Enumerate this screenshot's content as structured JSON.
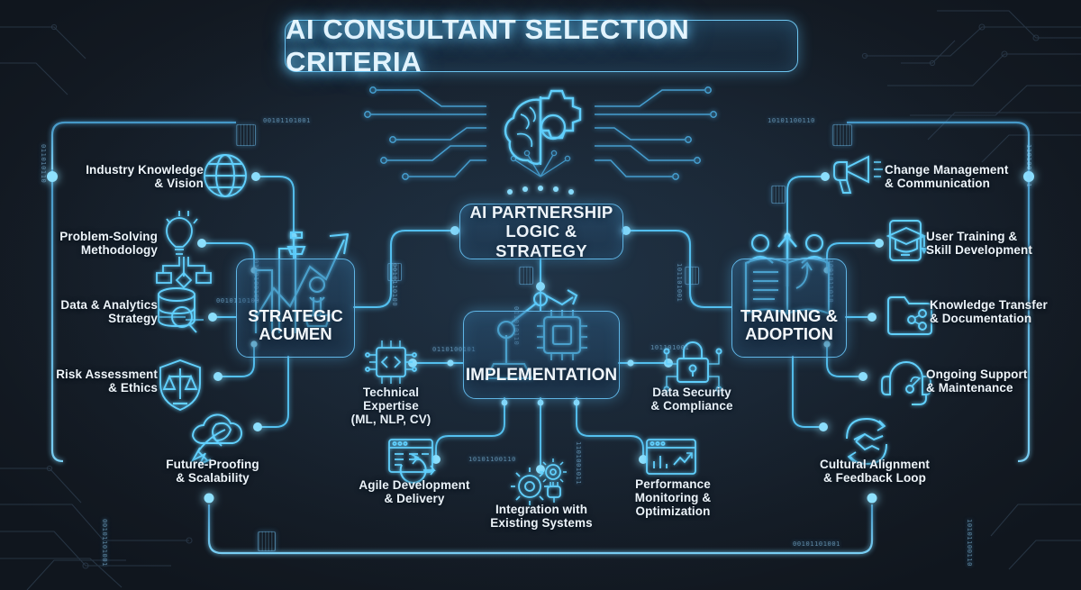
{
  "meta": {
    "title": "AI CONSULTANT SELECTION CRITERIA",
    "accent": "#5ec8f5",
    "accent_bright": "#9ee4ff",
    "background": "#19222d",
    "text_color": "#f2f7fb"
  },
  "hub": {
    "label": "AI PARTNERSHIP\nLOGIC & STRATEGY",
    "icon": "brain-gear-icon"
  },
  "pillars": [
    {
      "id": "strategic-acumen",
      "label": "STRATEGIC\nACUMEN",
      "icon": "growth-chart-chess-icon"
    },
    {
      "id": "implementation",
      "label": "IMPLEMENTATION",
      "icon": "robot-arm-chip-icon"
    },
    {
      "id": "training-adoption",
      "label": "TRAINING &\nADOPTION",
      "icon": "open-book-people-icon"
    }
  ],
  "left_items": [
    {
      "id": "industry-knowledge",
      "label": "Industry Knowledge\n& Vision",
      "icon": "globe-icon"
    },
    {
      "id": "problem-solving",
      "label": "Problem-Solving\nMethodology",
      "icon": "lightbulb-flowchart-icon"
    },
    {
      "id": "data-analytics",
      "label": "Data & Analytics\nStrategy",
      "icon": "database-magnifier-icon"
    },
    {
      "id": "risk-assessment",
      "label": "Risk Assessment\n& Ethics",
      "icon": "shield-scales-icon"
    },
    {
      "id": "future-proofing",
      "label": "Future-Proofing\n& Scalability",
      "icon": "cloud-rocket-icon"
    }
  ],
  "right_items": [
    {
      "id": "change-management",
      "label": "Change Management\n& Communication",
      "icon": "megaphone-icon"
    },
    {
      "id": "user-training",
      "label": "User Training &\nSkill Development",
      "icon": "tablet-graduation-cap-icon"
    },
    {
      "id": "knowledge-transfer",
      "label": "Knowledge Transfer\n& Documentation",
      "icon": "folder-share-icon"
    },
    {
      "id": "ongoing-support",
      "label": "Ongoing Support\n& Maintenance",
      "icon": "headset-wrench-icon"
    },
    {
      "id": "cultural-alignment",
      "label": "Cultural Alignment\n& Feedback Loop",
      "icon": "handshake-cycle-icon"
    }
  ],
  "center_items": [
    {
      "id": "technical-expertise",
      "label": "Technical\nExpertise\n(ML, NLP, CV)",
      "icon": "code-chip-icon"
    },
    {
      "id": "data-security",
      "label": "Data Security\n& Compliance",
      "icon": "padlock-circuit-icon"
    },
    {
      "id": "agile-development",
      "label": "Agile Development\n& Delivery",
      "icon": "kanban-refresh-icon"
    },
    {
      "id": "integration-systems",
      "label": "Integration with\nExisting Systems",
      "icon": "gears-plug-icon"
    },
    {
      "id": "performance-monitoring",
      "label": "Performance\nMonitoring &\nOptimization",
      "icon": "dashboard-chart-icon"
    }
  ],
  "decorations": {
    "binary_strings": [
      "00101101001",
      "10101100110",
      "011010110",
      "1101001011",
      "0010110100",
      "101101001",
      "0110100101",
      "1001011010"
    ]
  }
}
